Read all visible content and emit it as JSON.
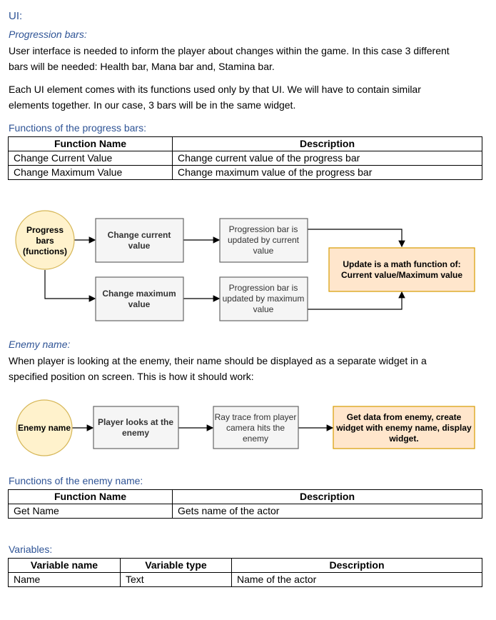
{
  "ui_heading": "UI:",
  "progression": {
    "heading": "Progression bars:",
    "para1_line1": "User interface is needed to inform the player about changes within the game. In this case 3 different",
    "para1_line2": "bars will be needed: Health bar, Mana bar and, Stamina bar.",
    "para2_line1": "Each UI element comes with its functions used only by that UI. We will have to contain similar",
    "para2_line2": "elements together. In our case, 3 bars will be in the same widget.",
    "table_caption": "Functions of the progress bars:",
    "table": {
      "headers": [
        "Function Name",
        "Description"
      ],
      "rows": [
        [
          "Change Current Value",
          "Change current value of the progress bar"
        ],
        [
          "Change Maximum Value",
          "Change maximum value of the progress bar"
        ]
      ]
    }
  },
  "diagram1": {
    "circle": [
      "Progress",
      "bars",
      "(functions)"
    ],
    "box_current": [
      "Change current",
      "value"
    ],
    "box_maximum": [
      "Change maximum",
      "value"
    ],
    "box_updated_current": [
      "Progression bar is",
      "updated by current",
      "value"
    ],
    "box_updated_maximum": [
      "Progression bar is",
      "updated by maximum",
      "value"
    ],
    "box_update": [
      "Update is a math function of:",
      "Current value/Maximum value"
    ]
  },
  "enemy": {
    "heading": "Enemy name:",
    "para_line1": "When player is looking at the enemy, their name should be displayed as a separate widget in a",
    "para_line2": "specified position on screen. This is how it should work:",
    "table_caption": "Functions of the enemy name:",
    "table": {
      "headers": [
        "Function Name",
        "Description"
      ],
      "rows": [
        [
          "Get Name",
          "Gets name of the actor"
        ]
      ]
    }
  },
  "diagram2": {
    "circle": [
      "Enemy name"
    ],
    "box_looks": [
      "Player looks at the",
      "enemy"
    ],
    "box_ray": [
      "Ray trace from player",
      "camera hits the",
      "enemy"
    ],
    "box_data": [
      "Get data from enemy, create",
      "widget with enemy name, display",
      "widget."
    ]
  },
  "variables": {
    "heading": "Variables:",
    "table": {
      "headers": [
        "Variable name",
        "Variable type",
        "Description"
      ],
      "rows": [
        [
          "Name",
          "Text",
          "Name of the actor"
        ]
      ]
    }
  },
  "colors": {
    "heading_blue": "#2f5496",
    "circle_fill": "#fff2cc",
    "circle_stroke": "#d6b656",
    "box_gray_fill": "#f5f5f5",
    "box_gray_stroke": "#666666",
    "box_orange_fill": "#ffe6cc",
    "box_orange_stroke": "#d79b00"
  }
}
